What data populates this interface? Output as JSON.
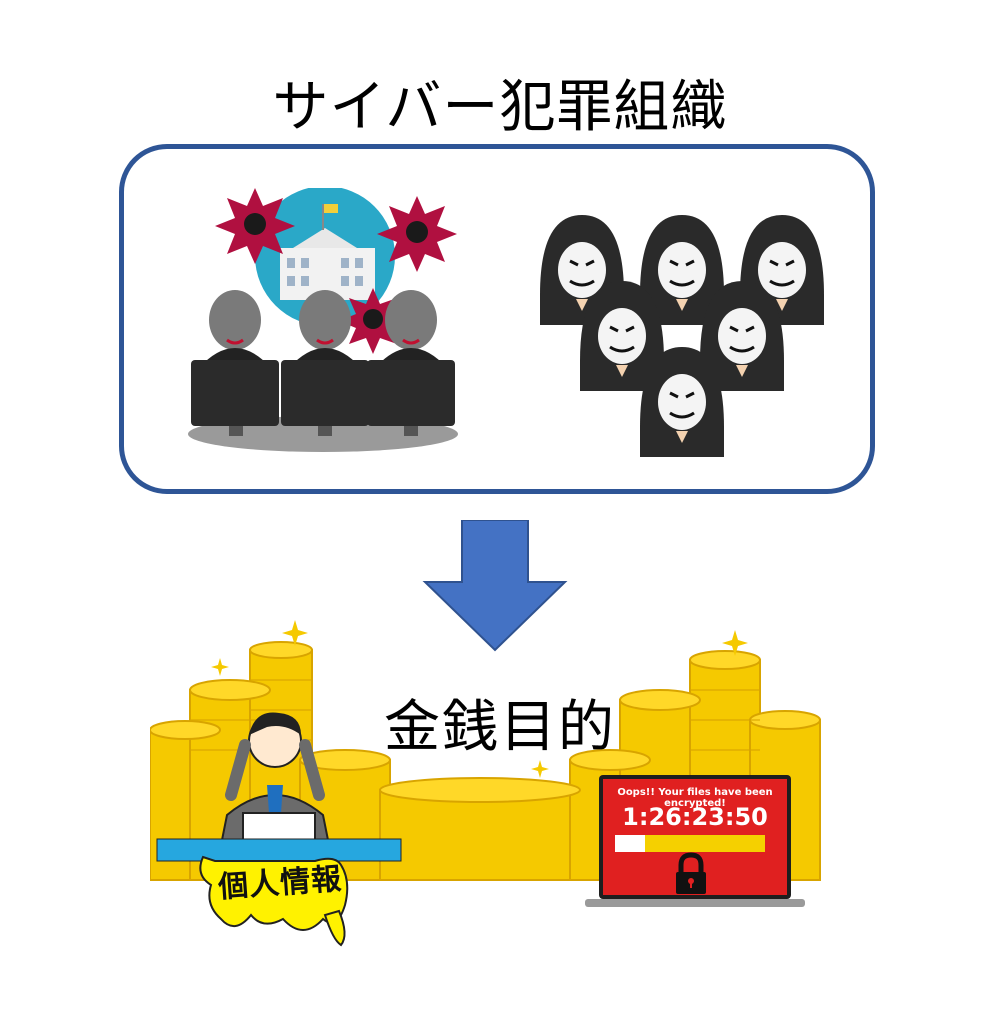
{
  "top_label": "サイバー犯罪組織",
  "bottom_label": "金銭目的",
  "ransomware": {
    "message": "Oops!! Your files have been encrypted!",
    "timer": "1:26:23:50",
    "progress": 0.2
  },
  "leak_label": "個人情報",
  "colors": {
    "box_border": "#2e5596",
    "arrow": "#4472c4",
    "gold": "#f5c900",
    "laptop_red": "#e02020",
    "blue_desk": "#26a7df",
    "globe": "#2aa8c8",
    "burst": "#b01040"
  },
  "icons": [
    "state-hackers-icon",
    "anonymous-hackers-icon",
    "down-arrow-icon",
    "gold-coins-icon",
    "worried-businessman-icon",
    "ransomware-laptop-icon",
    "lock-icon"
  ]
}
